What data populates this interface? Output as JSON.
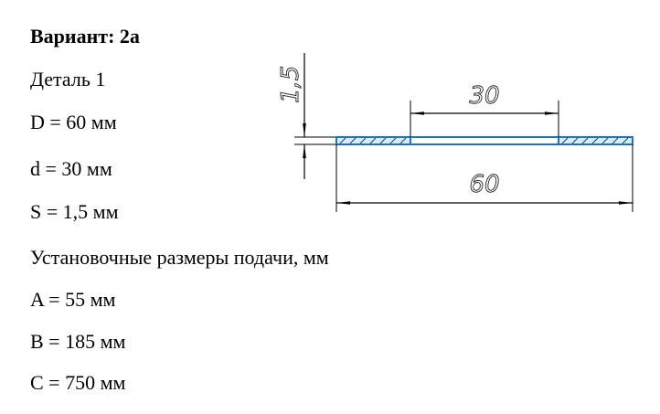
{
  "header": {
    "title": "Вариант: 2а"
  },
  "part": {
    "name": "Деталь 1",
    "params": [
      {
        "text": "D = 60 мм"
      },
      {
        "text": "d = 30 мм"
      },
      {
        "text": "S = 1,5 мм"
      }
    ]
  },
  "feed": {
    "heading": "Установочные размеры подачи, мм",
    "params": [
      {
        "text": "A = 55 мм"
      },
      {
        "text": "B = 185 мм"
      },
      {
        "text": "C = 750 мм"
      }
    ]
  },
  "drawing": {
    "dim_thickness": "1,5",
    "dim_inner": "30",
    "dim_outer": "60",
    "colors": {
      "outline": "#1a73c9",
      "dimension": "#000000",
      "hatch_fill": "#d9ecfa"
    }
  }
}
